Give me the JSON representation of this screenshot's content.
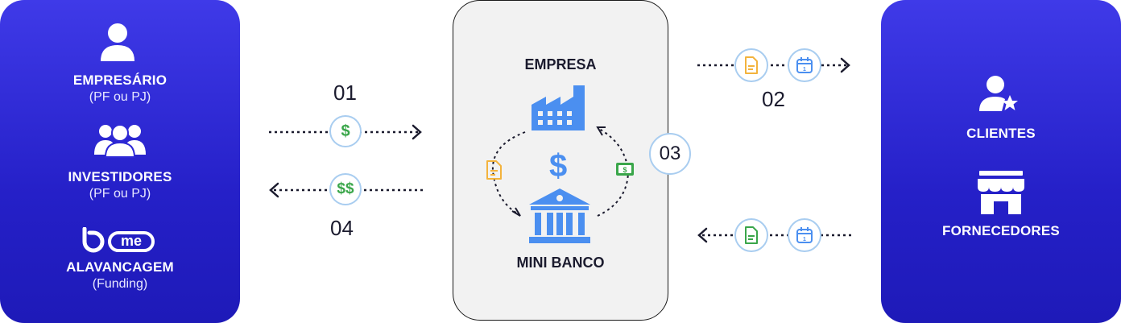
{
  "left": {
    "empresario": "EMPRESÁRIO",
    "empresario_sub": "(PF ou PJ)",
    "investidores": "INVESTIDORES",
    "investidores_sub": "(PF ou PJ)",
    "logo_text": "me",
    "alavancagem": "ALAVANCAGEM",
    "alavancagem_sub": "(Funding)"
  },
  "center": {
    "empresa": "EMPRESA",
    "mini_banco": "MINI BANCO",
    "dollar": "$"
  },
  "right": {
    "clientes": "CLIENTES",
    "fornecedores": "FORNECEDORES"
  },
  "flows": {
    "n01": "01",
    "n02": "02",
    "n03": "03",
    "n04": "04",
    "single_money": "$",
    "double_money": "$$"
  },
  "colors": {
    "panel_blue": "#2e29d6",
    "arrow_dark": "#1b1b2e",
    "money_green": "#3aa64a",
    "doc_yellow": "#f3b33d",
    "icon_blue": "#4b8ff0"
  }
}
